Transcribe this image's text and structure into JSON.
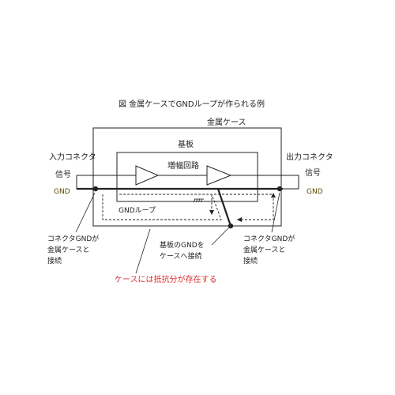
{
  "title": "図 金属ケースでGNDループが作られる例",
  "labels": {
    "metal_case": "金属ケース",
    "board": "基板",
    "input_connector": "入力コネクタ",
    "output_connector": "出力コネクタ",
    "signal_left": "信号",
    "gnd_left": "GND",
    "signal_right": "信号",
    "gnd_right": "GND",
    "amplifier": "増幅回路",
    "gnd_loop": "GNDループ",
    "note_left": [
      "コネクタGNDが",
      "金属ケースと",
      "接続"
    ],
    "note_center": [
      "基板のGNDを",
      "ケースへ接続"
    ],
    "note_right": [
      "コネクタGNDが",
      "金属ケースと",
      "接続"
    ],
    "note_resistance": "ケースには抵抗分が存在する"
  },
  "colors": {
    "line": "#222222",
    "accent_red": "#e03030",
    "gnd_label": "#5a4a00"
  }
}
